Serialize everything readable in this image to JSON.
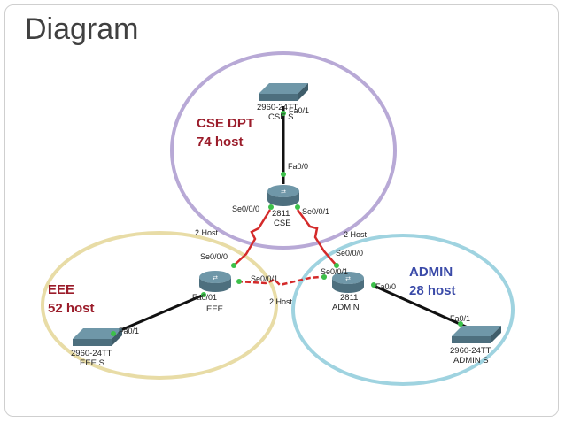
{
  "slide": {
    "title": "Diagram"
  },
  "zones": {
    "cse": {
      "name": "CSE DPT",
      "hosts": "74 host",
      "ring_color": "#b8a9d6",
      "text_color": "#9b1c2a"
    },
    "eee": {
      "name": "EEE",
      "hosts": "52 host",
      "ring_color": "#e8dca6",
      "text_color": "#9b1c2a"
    },
    "admin": {
      "name": "ADMIN",
      "hosts": "28 host",
      "ring_color": "#9fd3e0",
      "text_color": "#3a4aa8"
    }
  },
  "devices": {
    "cse_switch": {
      "model": "2960-24TT",
      "name": "CSE S"
    },
    "cse_router": {
      "model": "2811",
      "name": "CSE"
    },
    "eee_router": {
      "model": "",
      "name": "EEE"
    },
    "eee_switch": {
      "model": "2960-24TT",
      "name": "EEE S"
    },
    "admin_router": {
      "model": "2811",
      "name": "ADMIN"
    },
    "admin_switch": {
      "model": "2960-24TT",
      "name": "ADMIN S"
    }
  },
  "ports": {
    "cse_switch_fa": "Fa0/1",
    "cse_router_fa": "Fa0/0",
    "cse_router_se_left": "Se0/0/0",
    "cse_router_se_right": "Se0/0/1",
    "eee_router_se_top": "Se0/0/0",
    "eee_router_se_right": "Se0/0/1",
    "eee_router_fa": "Fa0/01",
    "eee_switch_fa": "Fa0/1",
    "admin_router_se_top": "Se0/0/0",
    "admin_router_se_left": "Se0/0/1",
    "admin_router_fa": "Fa0/0",
    "admin_switch_fa": "Fa0/1"
  },
  "links": {
    "cse_eee_hosts": "2 Host",
    "cse_admin_hosts": "2 Host",
    "eee_admin_hosts": "2 Host"
  },
  "colors": {
    "serial_link": "#d42a2a",
    "ethernet_link": "#111111",
    "port_dot": "#3cc04a",
    "device_fill": "#6f97a8"
  }
}
